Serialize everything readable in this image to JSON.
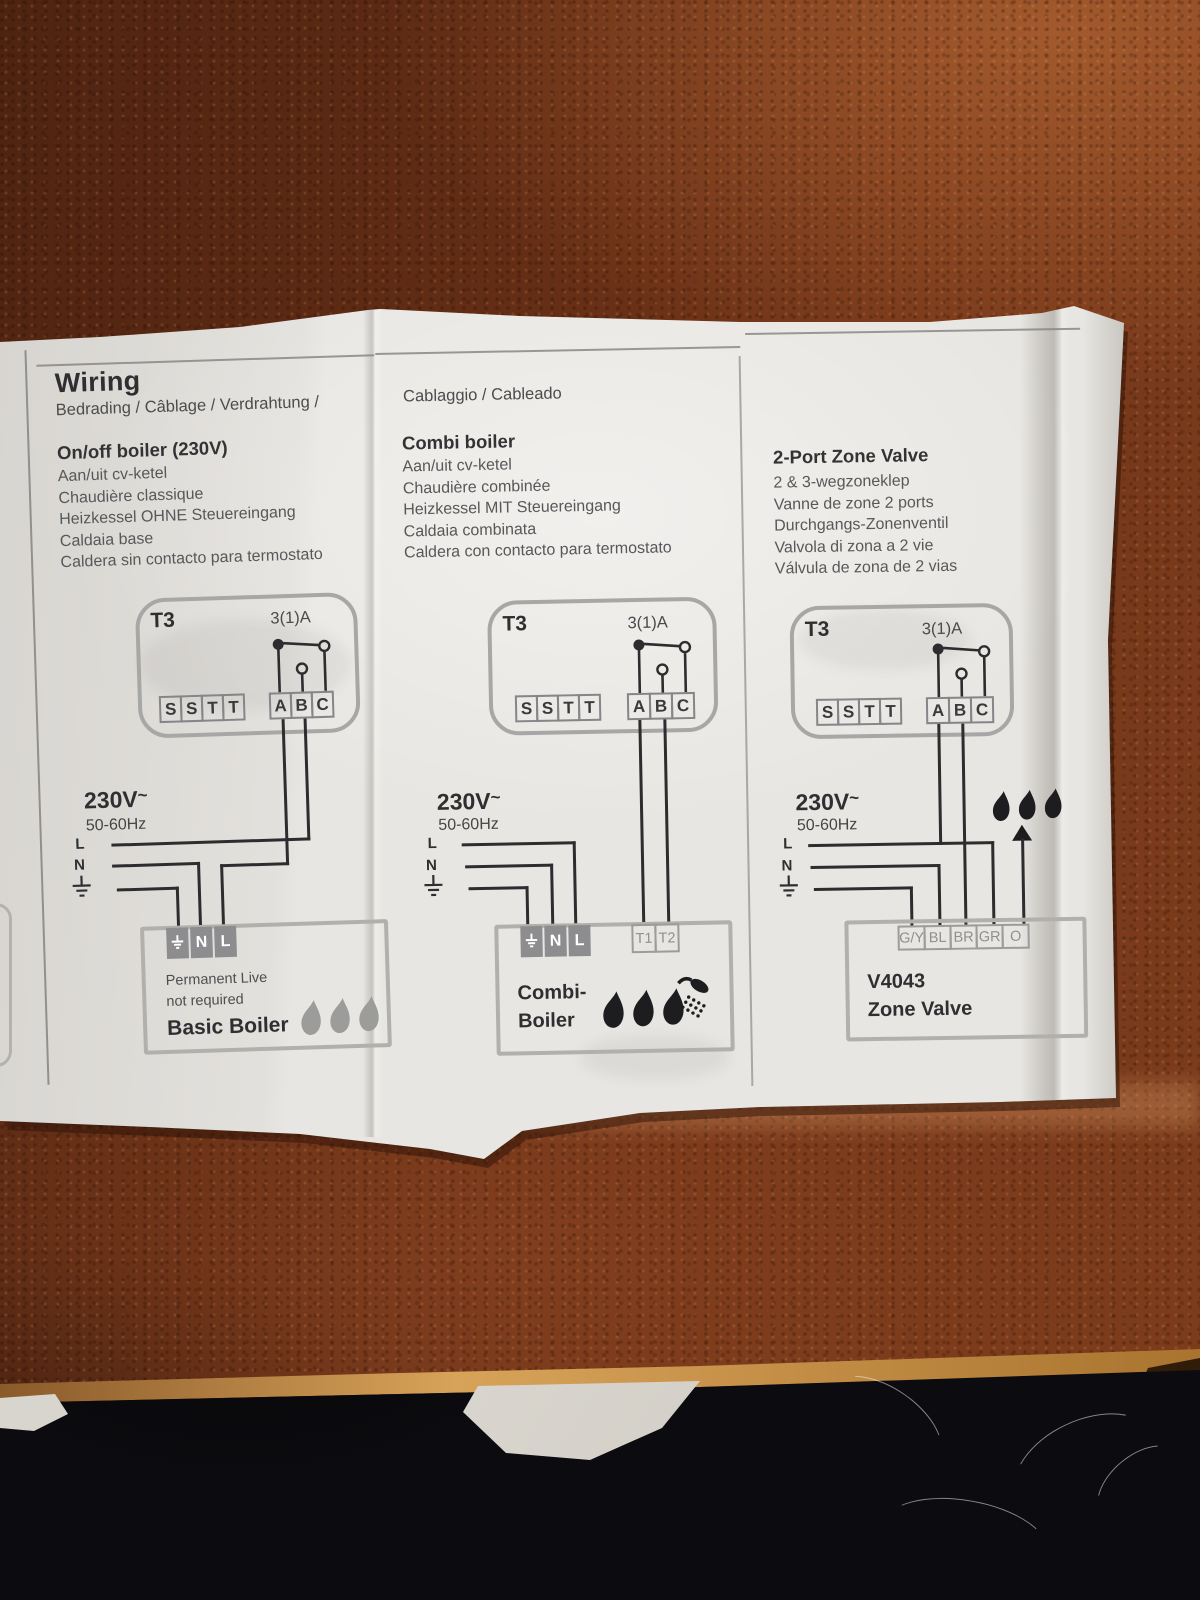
{
  "page": {
    "title": "Wiring",
    "subtitle_part1": "Bedrading / Câblage / Verdrahtung /",
    "subtitle_part2": "Cablaggio / Cableado"
  },
  "thermostat": {
    "model": "T3",
    "rating": "3(1)A",
    "left_terminals": [
      "S",
      "S",
      "T",
      "T"
    ],
    "right_terminals": [
      "A",
      "B",
      "C"
    ]
  },
  "power": {
    "voltage": "230V",
    "voltage_tilde": "~",
    "frequency": "50-60Hz",
    "live": "L",
    "neutral": "N"
  },
  "columns": [
    {
      "heading": "On/off boiler (230V)",
      "lines": [
        "Aan/uit cv-ketel",
        "Chaudière classique",
        "Heizkessel OHNE Steuereingang",
        "Caldaia base",
        "Caldera sin contacto para termostato"
      ],
      "device": {
        "name": "Basic Boiler",
        "note_line1": "Permanent Live",
        "note_line2": "not required",
        "terminal_n": "N",
        "terminal_l": "L"
      }
    },
    {
      "heading": "Combi boiler",
      "lines": [
        "Aan/uit cv-ketel",
        "Chaudière combinée",
        "Heizkessel MIT Steuereingang",
        "Caldaia combinata",
        "Caldera con contacto para termostato"
      ],
      "device": {
        "name_line1": "Combi-",
        "name_line2": "Boiler",
        "terminal_n": "N",
        "terminal_l": "L",
        "terminal_t1": "T1",
        "terminal_t2": "T2"
      }
    },
    {
      "heading": "2-Port Zone Valve",
      "lines": [
        "2 & 3-wegzoneklep",
        "Vanne de zone 2 ports",
        "Durchgangs-Zonenventil",
        "Valvola di zona a 2 vie",
        "Válvula de zona de 2 vias"
      ],
      "device": {
        "name_line1": "V4043",
        "name_line2": "Zone Valve",
        "terminals": [
          "G/Y",
          "BL",
          "BR",
          "GR",
          "O"
        ]
      }
    }
  ],
  "colors": {
    "paper": "#e8e6e2",
    "ink": "#2d2d2f",
    "leather": "#743619",
    "outline_grey": "#a7a7a5",
    "terminal_grey": "#8d8d8f"
  },
  "icons": {
    "earth": "earth-symbol",
    "flame": "flame-icon",
    "shower": "shower-icon",
    "arrow_up": "arrow-up-icon",
    "relay": "relay-switch-icon"
  }
}
